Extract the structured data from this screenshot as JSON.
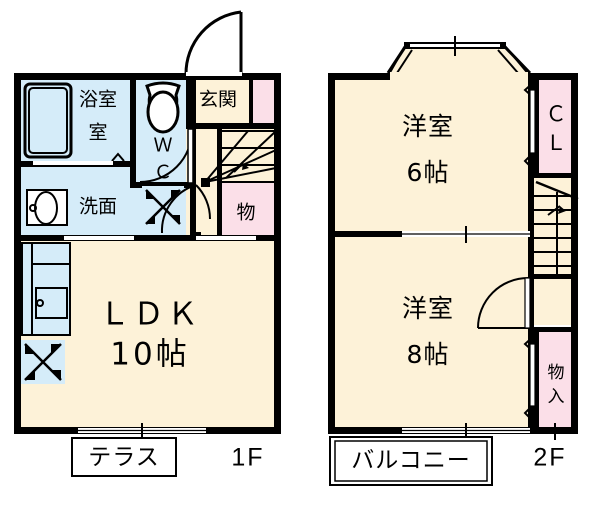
{
  "document": {
    "type": "japanese-floor-plan",
    "title": "2LDK floor plan (1F / 2F)"
  },
  "colors": {
    "wall": "#000000",
    "room_floor": "#fdf2d8",
    "water_area": "#d5ecf9",
    "closet": "#fbdfe8",
    "genkan_closet": "#fbdfe8",
    "background": "#ffffff",
    "thin_line": "#000000"
  },
  "floor1": {
    "floor_label": "1F",
    "rooms": [
      {
        "name": "bathroom",
        "label": "浴室",
        "fill_key": "water_area"
      },
      {
        "name": "toilet",
        "label": "WC",
        "fill_key": "water_area"
      },
      {
        "name": "washroom",
        "label": "洗面",
        "fill_key": "water_area"
      },
      {
        "name": "entrance",
        "label": "玄関",
        "fill_key": "room_floor"
      },
      {
        "name": "entrance-closet",
        "label": "",
        "fill_key": "closet"
      },
      {
        "name": "storage",
        "label": "物",
        "fill_key": "closet"
      },
      {
        "name": "living-dining-kitchen",
        "label": "ＬＤＫ",
        "size_label": "10帖",
        "fill_key": "room_floor"
      }
    ],
    "exterior": {
      "terrace_label": "テラス"
    },
    "fixtures": [
      {
        "name": "bathtub"
      },
      {
        "name": "toilet-bowl"
      },
      {
        "name": "washbasin"
      },
      {
        "name": "kitchen-counter"
      },
      {
        "name": "staircase-up"
      }
    ]
  },
  "floor2": {
    "floor_label": "2F",
    "rooms": [
      {
        "name": "western-room-6",
        "label": "洋室",
        "size_label": "6帖",
        "fill_key": "room_floor"
      },
      {
        "name": "western-room-8",
        "label": "洋室",
        "size_label": "8帖",
        "fill_key": "room_floor"
      },
      {
        "name": "closet",
        "label": "ＣＬ",
        "label_line1": "Ｃ",
        "label_line2": "Ｌ",
        "fill_key": "closet"
      },
      {
        "name": "storage-closet",
        "label": "物入",
        "label_line1": "物",
        "label_line2": "入",
        "fill_key": "closet"
      }
    ],
    "exterior": {
      "balcony_label": "バルコニー",
      "bay_window": true
    },
    "fixtures": [
      {
        "name": "staircase-down"
      }
    ]
  }
}
